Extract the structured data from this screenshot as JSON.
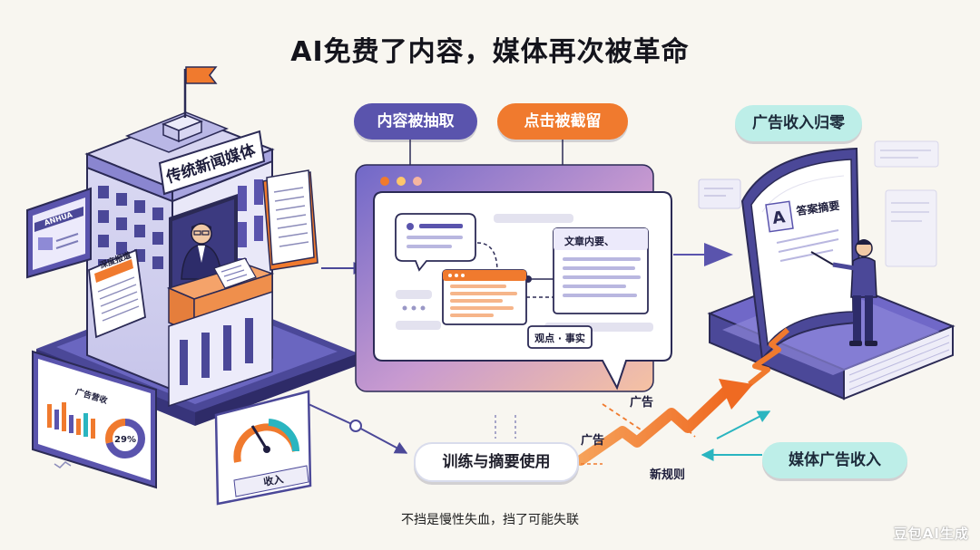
{
  "title": "AI免费了内容，媒体再次被革命",
  "building": {
    "sign": "传统新闻媒体",
    "left_paper_label": "深度报道",
    "tv_header": "ANHUA"
  },
  "dashboard": {
    "panel_title": "广告营收",
    "donut_value": "29%"
  },
  "gauge": {
    "label": "收入"
  },
  "labels": {
    "content_extracted": "内容被抽取",
    "clicks_intercepted": "点击被截留",
    "ad_revenue_zero": "广告收入归零",
    "training_summary": "训练与摘要使用",
    "media_ad_revenue": "媒体广告收入"
  },
  "browser": {
    "doc_title": "文章内要、",
    "facts_tag": "观点 · 事实"
  },
  "book": {
    "letter": "A",
    "page_label": "答案摘要"
  },
  "arrow_labels": {
    "ad_top": "广告",
    "ad_left": "广告",
    "new_rules": "新规则"
  },
  "caption": "不挡是慢性失血，挡了可能失联",
  "watermark": "豆包AI生成",
  "colors": {
    "primary_purple": "#5a54ad",
    "accent_orange": "#f07a2e",
    "mint": "#bdeee8",
    "teal": "#2ab5c0",
    "background": "#f8f6f0"
  }
}
